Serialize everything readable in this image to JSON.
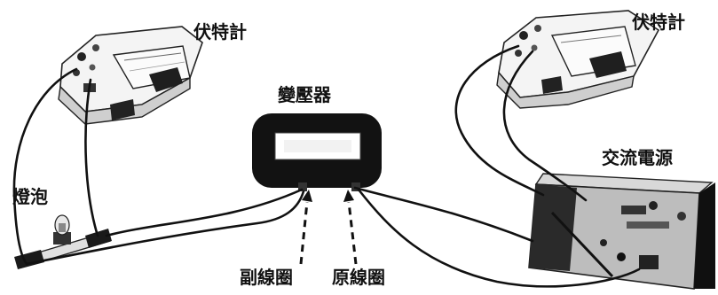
{
  "labels": {
    "voltmeter_left": "伏特計",
    "voltmeter_right": "伏特計",
    "transformer": "變壓器",
    "bulb": "燈泡",
    "ac_source": "交流電源",
    "secondary_coil": "副線圈",
    "primary_coil": "原線圈"
  },
  "colors": {
    "ink": "#111111",
    "equipment_fill": "#f3f3f3",
    "dark_fill": "#1a1a1a"
  }
}
